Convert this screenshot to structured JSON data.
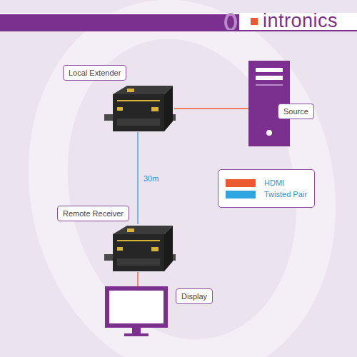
{
  "diagram": {
    "nodes": [
      {
        "text": [
          "Local Extender"
        ]
      },
      {
        "text": [
          "Source"
        ]
      },
      {
        "text": [
          "Remote Receiver"
        ]
      },
      {
        "text": [
          "Display"
        ]
      }
    ],
    "edges": [
      {
        "from": 0,
        "to": 1,
        "arrow": "none"
      },
      {
        "from": 0,
        "to": 2,
        "label": "30m",
        "arrow": "none"
      },
      {
        "from": 2,
        "to": 3,
        "arrow": "none"
      }
    ],
    "labels": [
      "intronics"
    ],
    "legend": [
      {
        "text": "HDMI",
        "color": "#ee5a2f"
      },
      {
        "text": "Twisted Pair",
        "color": "#2fa6e0"
      }
    ]
  }
}
